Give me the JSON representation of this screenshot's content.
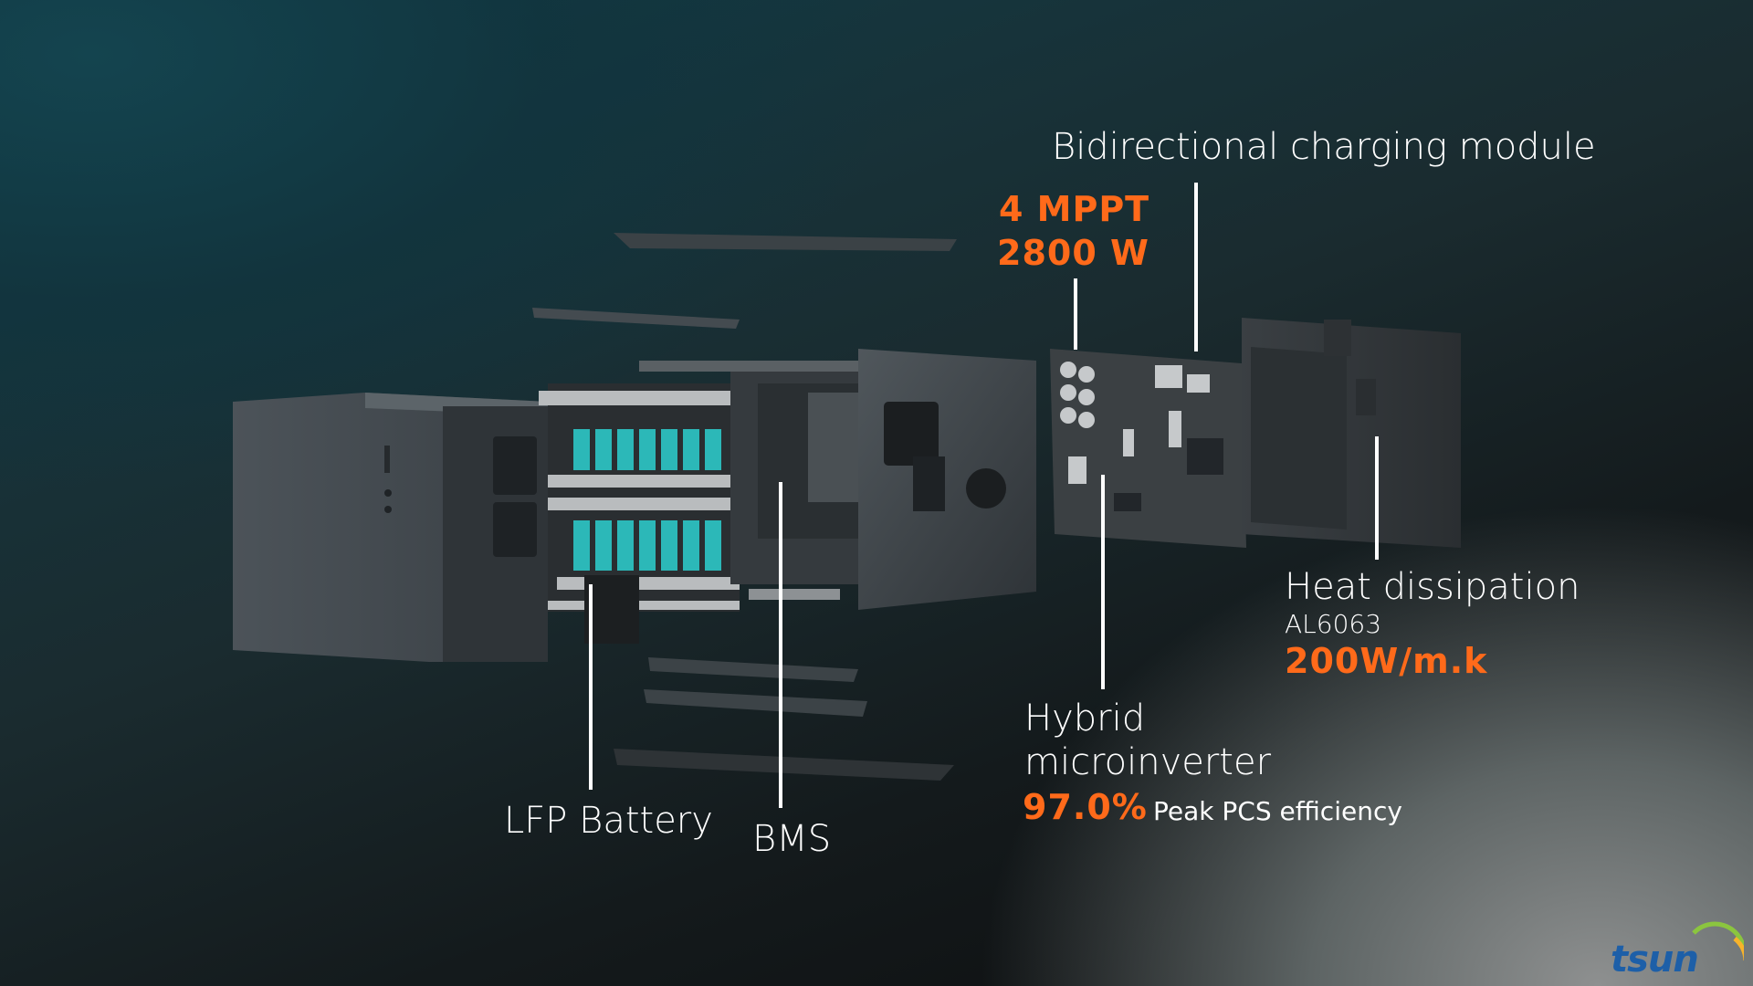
{
  "labels": {
    "charging_module": "Bidirectional charging module",
    "mppt": "4 MPPT",
    "power": "2800 W",
    "heat_title": "Heat dissipation",
    "heat_alloy": "AL6063",
    "heat_value": "200W/m.k",
    "hybrid_line1": "Hybrid",
    "hybrid_line2": "microinverter",
    "efficiency_value": "97.0%",
    "efficiency_text": "Peak PCS efficiency",
    "lfp_battery": "LFP Battery",
    "bms": "BMS"
  },
  "brand": {
    "logo_text": "TSUN"
  },
  "colors": {
    "accent_orange": "#ff6a1a",
    "cell_teal": "#2cb8b8",
    "logo_blue": "#1d5fa8"
  }
}
